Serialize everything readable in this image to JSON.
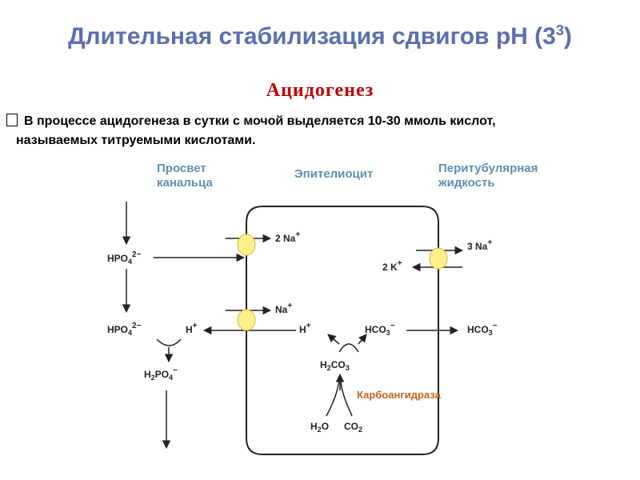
{
  "slide": {
    "title": "Длительная стабилизация сдвигов рН (3",
    "title_sup": "3",
    "title_end": ")",
    "subtitle": "Ацидогенез",
    "paragraph_line1": "В процессе ацидогенеза в сутки с мочой выделяется 10-30 ммоль кислот,",
    "paragraph_line2": "называемых титруемыми кислотами."
  },
  "diagram": {
    "headers": {
      "lumen_line1": "Просвет",
      "lumen_line2": "канальца",
      "epithelium": "Эпителиоцит",
      "peritubular_line1": "Перитубулярная",
      "peritubular_line2": "жидкость"
    },
    "labels": {
      "hpo4_top": "HPO",
      "hpo4_mid": "HPO",
      "h_lumen": "H",
      "h2po4": "H",
      "na_2": "2 Na",
      "na_1": "Na",
      "h_cell": "H",
      "hco3_cell": "HCO",
      "h2co3": "H",
      "h2o": "H",
      "co2": "CO",
      "na_3": "3 Na",
      "k_2": "2 K",
      "hco3_out": "HCO"
    },
    "enzyme": "Карбоангидраза",
    "colors": {
      "header": "#5f8fb3",
      "transporter": "#fff08a",
      "enzyme": "#c0651e"
    }
  }
}
